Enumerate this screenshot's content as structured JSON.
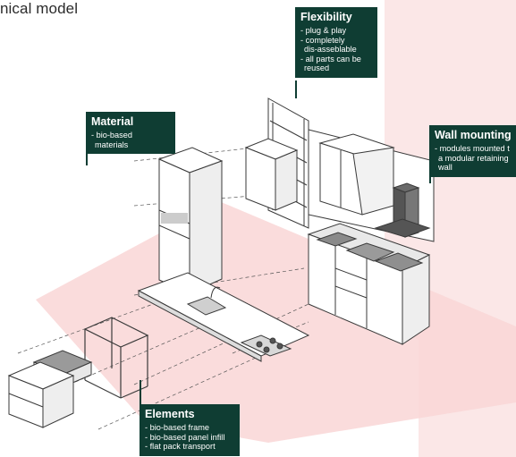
{
  "title": "nical model",
  "callouts": {
    "flexibility": {
      "heading": "Flexibility",
      "items": [
        "- plug & play",
        "- completely",
        "  dis-asseblable",
        "- all parts can be",
        "  reused"
      ]
    },
    "material": {
      "heading": "Material",
      "items": [
        "- bio-based",
        "  materials"
      ]
    },
    "wall": {
      "heading": "Wall mounting",
      "items": [
        "- modules mounted t",
        "  a modular retaining",
        "  wall"
      ]
    },
    "elements": {
      "heading": "Elements",
      "items": [
        "- bio-based frame",
        "- bio-based panel infill",
        "- flat pack transport"
      ]
    }
  },
  "colors": {
    "callout_bg": "#0f3d33",
    "floor_tint": "#f9d6d6",
    "wall_tint": "#fbe4e4",
    "stroke": "#3a3a3a"
  }
}
